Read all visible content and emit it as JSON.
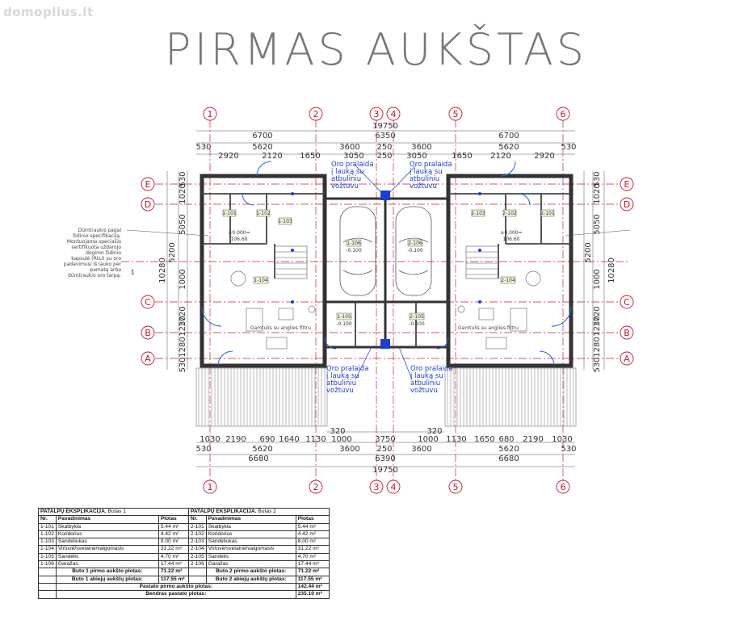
{
  "watermark": "domoplius.lt",
  "title": "PIRMAS AUKŠTAS",
  "axes": {
    "columns": [
      "1",
      "2",
      "3",
      "4",
      "5",
      "6"
    ],
    "rows": [
      "E",
      "D",
      "C",
      "B",
      "A"
    ],
    "section_mark": "1"
  },
  "dims_top": {
    "total": "19750",
    "row1": [
      "6700",
      "6350",
      "6700"
    ],
    "row2": [
      "530",
      "5620",
      "250",
      "250",
      "5620",
      "530"
    ],
    "row3": [
      "2920",
      "2120",
      "1650",
      "3050",
      "250",
      "3050",
      "1650",
      "2120",
      "2920"
    ],
    "row2_mid": [
      "3600",
      "3600"
    ]
  },
  "dims_bottom": {
    "row1": [
      "1030",
      "2190",
      "690",
      "1640",
      "1130",
      "1000",
      "3750",
      "1000",
      "1130",
      "1650",
      "680",
      "2190",
      "1030"
    ],
    "row1b": [
      "320",
      "320"
    ],
    "row2": [
      "530",
      "5620",
      "3600",
      "250",
      "3600",
      "5620",
      "530"
    ],
    "row3": [
      "6680",
      "6390",
      "6680"
    ],
    "total": "19750"
  },
  "dims_side_left": [
    "530",
    "1280",
    "1230",
    "1720",
    "1000",
    "5200",
    "5050",
    "1020",
    "530"
  ],
  "dims_side_left_total": "10280",
  "dims_side_right": [
    "530",
    "1280",
    "1230",
    "1720",
    "1000",
    "5200",
    "5050",
    "1020",
    "530"
  ],
  "dims_side_right_total": "10280",
  "notes": {
    "air_top_left": [
      "Oro pralaida",
      "į lauką su",
      "atbuliniu",
      "vožtuvu"
    ],
    "air_top_right": [
      "Oro pralaida",
      "į lauką su",
      "atbuliniu",
      "vožtuvu"
    ],
    "air_bottom_left": [
      "Oro pralaida",
      "į lauką su",
      "atbuliniu",
      "vožtuvu"
    ],
    "air_bottom_right": [
      "Oro pralaida",
      "į lauką su",
      "atbuliniu",
      "vožtuvu"
    ],
    "chimney": [
      "Dūmtraukis pagal",
      "židinio specifikaciją.",
      "Montuojama specialūs",
      "sertifikuota uždarojo",
      "degimo židinio",
      "kapsulė (RLU) su oro",
      "padavimusi iš lauko per",
      "pamatą arba",
      "dūmtraukio oro tarpą."
    ],
    "fireplace_left": "Gamtulis su anglies filtru",
    "fireplace_right": "Gamtulis su anglies filtru"
  },
  "room_tags": {
    "left": [
      "1-101",
      "1-102",
      "1-103",
      "1-104",
      "1-105",
      "1-106"
    ],
    "right": [
      "2-101",
      "2-102",
      "2-103",
      "2-104",
      "2-105",
      "2-106"
    ],
    "level_left": "±0.000=",
    "level_left_val": "106.60",
    "level_right": "±0.000=",
    "level_right_val": "106.60",
    "garage_level_left": "-0.100",
    "garage_level_right": "-0.100",
    "storage_level_left": "-0.100",
    "storage_level_right": "-0.100"
  },
  "table": {
    "title1": "PATALPŲ EKSPLIKACIJA.",
    "title1b": "Butas 1",
    "title2": "PATALPŲ EKSPLIKACIJA.",
    "title2b": "Butas 2",
    "headers": [
      "Nr.",
      "Pavadinimas",
      "Plotas"
    ],
    "rows1": [
      [
        "1-101",
        "Skalbykla",
        "5.44 m²"
      ],
      [
        "1-102",
        "Koridorius",
        "4.42 m²"
      ],
      [
        "1-103",
        "Sandėliukas",
        "8.00 m²"
      ],
      [
        "1-104",
        "Virtuvė/svetainė/valgomasis",
        "31.22 m²"
      ],
      [
        "1-105",
        "Sandėlis",
        "4.70 m²"
      ],
      [
        "1-106",
        "Garažas",
        "17.44 m²"
      ]
    ],
    "rows2": [
      [
        "2-101",
        "Skalbykla",
        "5.44 m²"
      ],
      [
        "2-102",
        "Koridorius",
        "4.42 m²"
      ],
      [
        "2-103",
        "Sandėliukas",
        "8.00 m²"
      ],
      [
        "2-104",
        "Virtuvė/svetainė/valgomasis",
        "31.22 m²"
      ],
      [
        "2-105",
        "Sandėlis",
        "4.70 m²"
      ],
      [
        "2-106",
        "Garažas",
        "17.44 m²"
      ]
    ],
    "sum1_first_label": "Buto 1 pirmo aukšto plotas:",
    "sum1_first_val": "71.22 m²",
    "sum1_total_label": "Buto 1 abiejų aukštų plotas:",
    "sum1_total_val": "117.55 m²",
    "sum2_first_label": "Buto 2 pirmo aukšto plotas:",
    "sum2_first_val": "71.22 m²",
    "sum2_total_label": "Buto 2 abiejų aukštų plotas:",
    "sum2_total_val": "117.55 m²",
    "building_first_label": "Pastato pirmo aukšto plotas:",
    "building_first_val": "142.44 m²",
    "building_total_label": "Bendras pastato plotas:",
    "building_total_val": "235.10 m²"
  }
}
